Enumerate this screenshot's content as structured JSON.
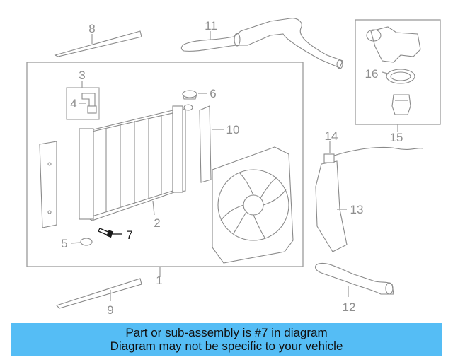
{
  "callouts": {
    "c1": "1",
    "c2": "2",
    "c3": "3",
    "c4": "4",
    "c5": "5",
    "c6": "6",
    "c7": "7",
    "c8": "8",
    "c9": "9",
    "c10": "10",
    "c11": "11",
    "c12": "12",
    "c13": "13",
    "c14": "14",
    "c15": "15",
    "c16": "16"
  },
  "colors": {
    "banner": "#55bdf5",
    "line": "#999999",
    "highlight": "#1a1a1a"
  },
  "banner": {
    "line1": "Part or sub-assembly is #7 in diagram",
    "line2": "Diagram may not be specific to your vehicle"
  }
}
